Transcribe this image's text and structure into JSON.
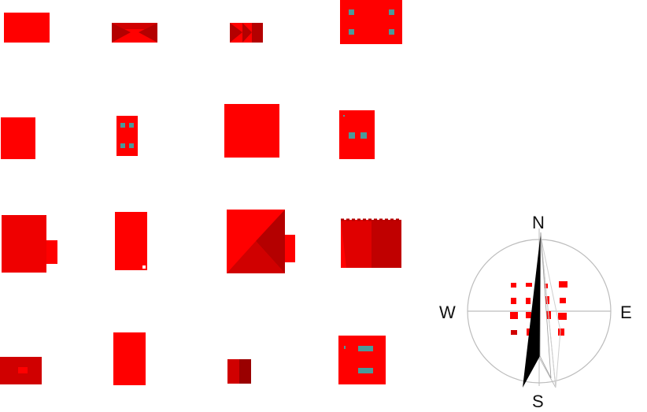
{
  "colors": {
    "red": "#ff0000",
    "dark_red": "#b40000",
    "mid_red": "#d00000",
    "teal": "#4a9a9a",
    "needle": "#000000",
    "ring": "#bdbdbd"
  },
  "compass": {
    "north_label": "N",
    "south_label": "S",
    "east_label": "E",
    "west_label": "W"
  }
}
